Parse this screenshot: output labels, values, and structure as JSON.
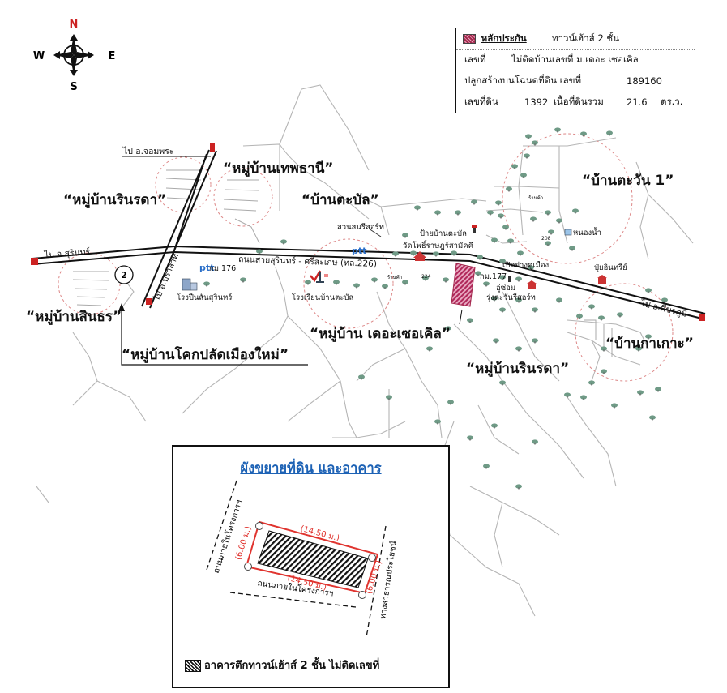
{
  "compass": {
    "n": "N",
    "s": "S",
    "e": "E",
    "w": "W"
  },
  "legend": {
    "title": "หลักประกัน",
    "type": "ทาวน์เฮ้าส์ 2 ชั้น",
    "row2_label": "เลขที่",
    "row2_value": "ไม่ติดบ้านเลขที่ ม.เดอะ เซอเคิล",
    "row3_label": "ปลูกสร้างบนโฉนดที่ดิน เลขที่",
    "row3_value": "189160",
    "row4_label": "เลขที่ดิน",
    "row4_land_no": "1392",
    "row4_area_label": "เนื้อที่ดินรวม",
    "row4_area": "21.6",
    "row4_unit": "ตร.ว.",
    "accent": "#a3284d"
  },
  "villages": {
    "thepthani": "“หมู่บ้านเทพธานี”",
    "rinrada_w": "“หมู่บ้านรินรดา”",
    "tabal": "“บ้านตะบัล”",
    "tawan": "“บ้านตะวัน 1”",
    "sinthorn": "“หมู่บ้านสินธร”",
    "khokpladuk": "“หมู่บ้านโคกปลัดเมืองใหม่”",
    "circle": "“หมู่บ้าน เดอะเซอเคิล”",
    "rinrada_e": "“หมู่บ้านรินรดา”",
    "kakao": "“บ้านกาเกาะ”"
  },
  "roads": {
    "main": "ถนนสายสุรินทร์ - ศรีสะเกษ (ทล.226)",
    "to_jompra": "ไป อ.จอมพระ",
    "to_surin": "ไป จ.สุรินทร์",
    "to_prasat": "ไป อ.ปราสาท",
    "to_sikhoraphum": "ไป อ.ศีขรภูมิ",
    "km176": "กม.176",
    "km177": "กม.177",
    "route_no": "2"
  },
  "landmarks": {
    "ptt1": "ptt",
    "ptt2": "ptt",
    "park": "สวนสนรีสอร์ท",
    "sign_tabal": "ป้ายบ้านตะบัล",
    "temple": "วัดโพธิ์ราษฎร์สามัคคี",
    "rice_mill": "โรงปีนสันสุรินทร์",
    "school": "โรงเรียนบ้านตะบัล",
    "pond": "หนองน้ำ",
    "duck": "เปิดย่างคูเมือง",
    "fertilizer": "ปุ๋ยอินทรีย์",
    "garage": "อู่ซ่อม",
    "resort": "รุ่งตะวันรีสอร์ท",
    "small1": "ร้านค้า",
    "small2": "208",
    "small3": "ร้านค้า",
    "small4": "224"
  },
  "inset": {
    "title": "ผังขยายที่ดิน และอาคาร",
    "dim_top": "(14.50 ม.)",
    "dim_bottom": "(14.50 ม.)",
    "dim_left": "(6.00 ม.)",
    "dim_right": "(6.00 ม.)",
    "road_left": "ถนนภายในโครงการฯ",
    "road_bottom": "ถนนภายในโครงการฯ",
    "road_right": "ทางสาธารณประโยชน์",
    "legend_text": "อาคารตึกทาวน์เฮ้าส์ 2 ชั้น  ไม่ติดเลขที่",
    "boundary_color": "#e0342f",
    "title_color": "#1d62b5"
  }
}
